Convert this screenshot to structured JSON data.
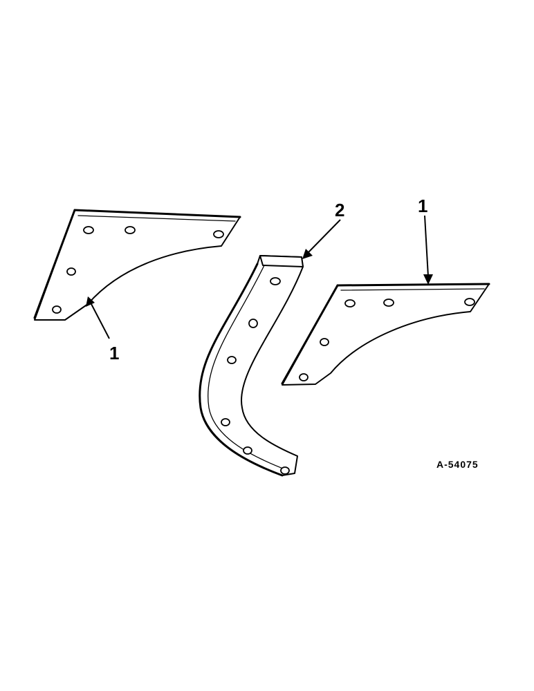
{
  "callouts": {
    "left_bracket": "1",
    "center_support": "2",
    "right_bracket": "1"
  },
  "figure_id": "A-54075",
  "colors": {
    "ink": "#000000",
    "paper": "#ffffff"
  }
}
